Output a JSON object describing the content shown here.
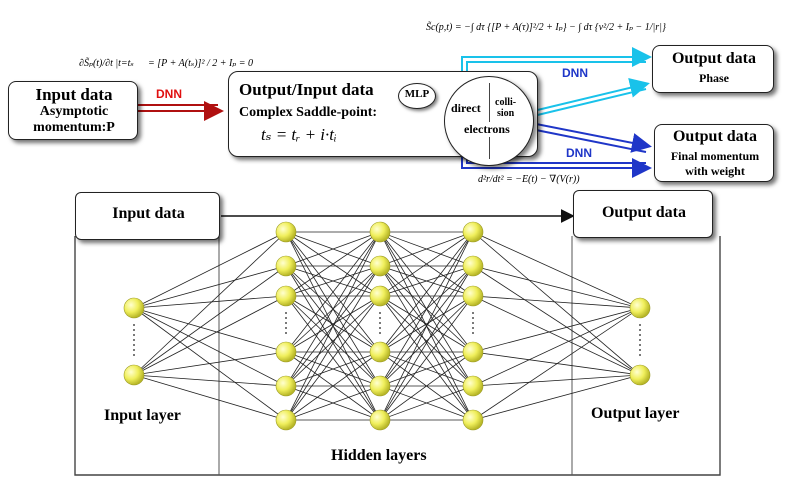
{
  "top": {
    "input_box": {
      "title": "Input data",
      "line1": "Asymptotic",
      "line2": "momentum:P"
    },
    "mid_box": {
      "title": "Output/Input data",
      "subtitle": "Complex Saddle-point:",
      "formula": "tₛ = tᵣ + i·tᵢ"
    },
    "mlp_label": "MLP",
    "circle": {
      "direct": "direct",
      "collision_1": "colli-",
      "collision_2": "sion",
      "electrons": "electrons"
    },
    "phase_box": {
      "title": "Output data",
      "subtitle": "Phase"
    },
    "momentum_box": {
      "title": "Output data",
      "subtitle1": "Final momentum",
      "subtitle2": "with weight"
    },
    "dnn_labels": {
      "left": "DNN",
      "upper": "DNN",
      "lower": "DNN"
    },
    "formulas": {
      "saddle_lhs": "∂S̃ₚ(t)/∂t |t=tₛ",
      "saddle_rhs": "= [P + A(tₛ)]² / 2 + Iₚ = 0",
      "phase": "S̃c(p,t) = −∫ dτ {[P + A(τ)]²/2 + Iₚ} − ∫ dτ {v²/2 + Iₚ − 1/|r|}",
      "newton": "d²r/dt² = −E(t) − ∇(V(r))"
    },
    "colors": {
      "red_arrow": "#b01010",
      "cyan_arrow": "#19c2ea",
      "blue_arrow": "#1f36c8",
      "dnn_red": "#e01010",
      "dnn_blue": "#1f36c8",
      "node_fill": "#f0ef5c"
    }
  },
  "network": {
    "input_box": "Input data",
    "output_box": "Output data",
    "input_layer": "Input layer",
    "hidden_layers": "Hidden layers",
    "output_layer": "Output layer"
  }
}
